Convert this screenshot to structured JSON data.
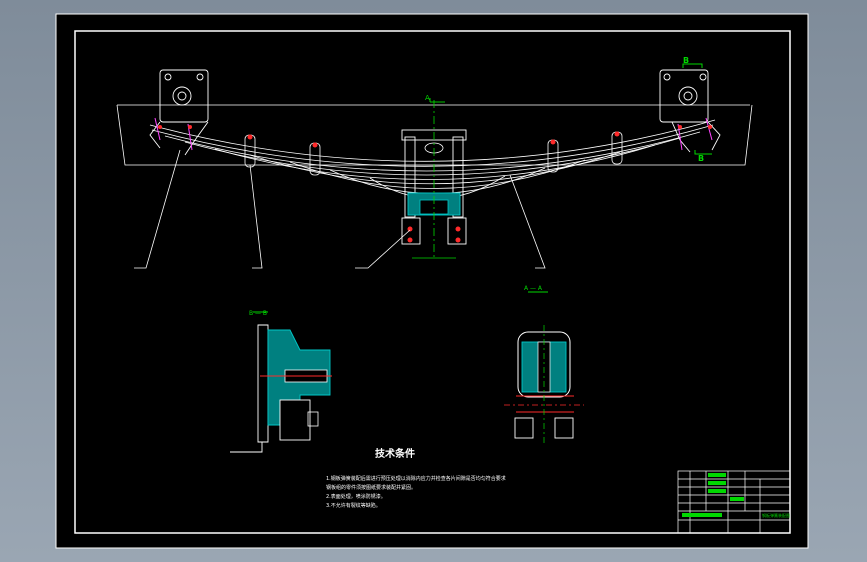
{
  "view": {
    "label_aa": "A",
    "label_bb": "B"
  },
  "sections": {
    "section_b_title": "B — B",
    "section_a_title": "A — A"
  },
  "notes": {
    "title": "技术条件",
    "line1": "1.钢板弹簧装配后需进行预压处理以消除内应力并检查各片间隙是否均匀符合要求",
    "line2": "钢板组的零件须按图纸要求装配并紧固。",
    "line3": "2.表面处理，喷涂防锈漆。",
    "line4": "3.不允许有裂纹等缺陷。"
  },
  "title_block": {
    "drawing_title": "钢板弹簧装配图"
  },
  "colors": {
    "frame": "#ffffff",
    "green": "#00d800",
    "red": "#ff2a2a",
    "cyan": "#00c8c8",
    "magenta": "#ff44ff"
  }
}
